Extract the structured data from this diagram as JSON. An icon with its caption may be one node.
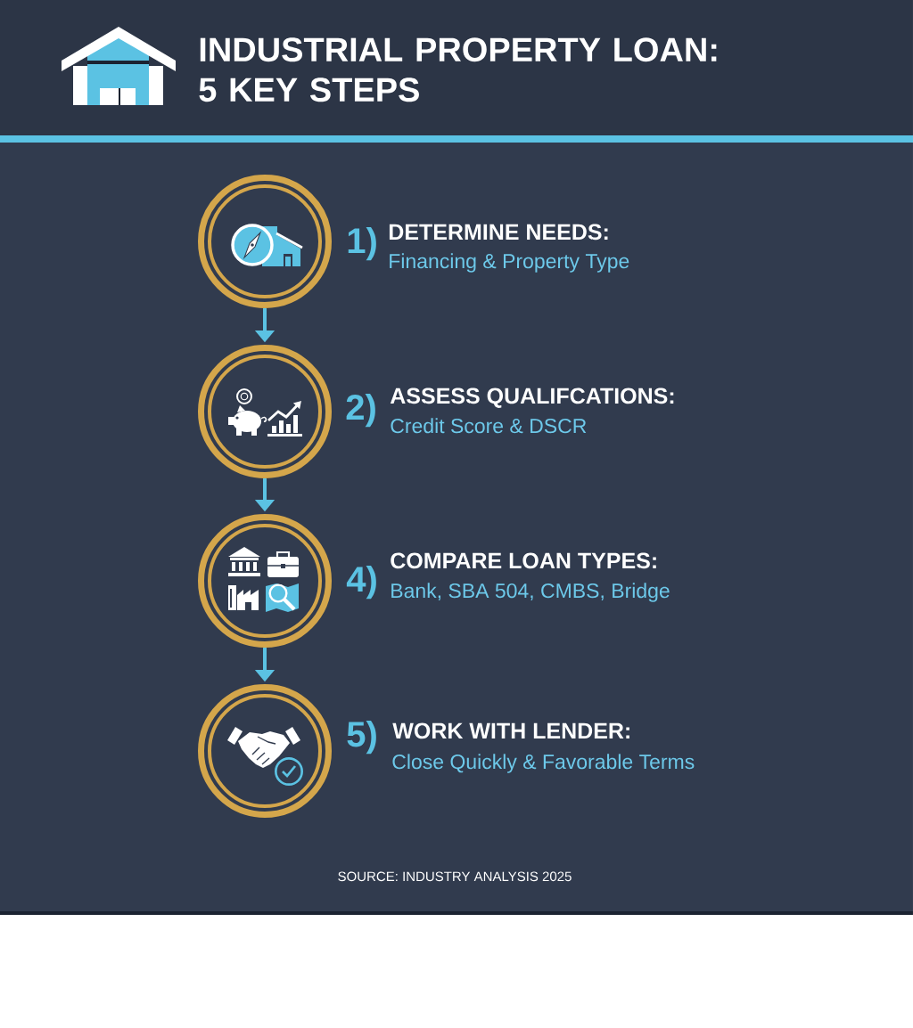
{
  "diagram": {
    "title": "INDUSTRIAL PROPERTY LOAN: 5 KEY STEPS",
    "nodes": [
      {
        "text": [],
        "shape": "circle",
        "beside": [
          "1)",
          "DETERMINE NEEDS:",
          "Financing & Property Type"
        ]
      },
      {
        "text": [],
        "shape": "circle",
        "beside": [
          "2)",
          "ASSESS QUALIFCATIONS:",
          "Credit Score & DSCR"
        ]
      },
      {
        "text": [],
        "shape": "circle",
        "beside": [
          "4)",
          "COMPARE LOAN TYPES:",
          "Bank, SBA 504, CMBS, Bridge"
        ]
      },
      {
        "text": [],
        "shape": "circle",
        "beside": [
          "5)",
          "WORK WITH LENDER:",
          "Close Quickly & Favorable Terms"
        ]
      }
    ],
    "edges": [
      {
        "from": 0,
        "to": 1,
        "arrow": "to"
      },
      {
        "from": 1,
        "to": 2,
        "arrow": "to"
      },
      {
        "from": 2,
        "to": 3,
        "arrow": "to"
      }
    ],
    "labels": [
      "SOURCE: INDUSTRY ANALYSIS 2025"
    ]
  }
}
